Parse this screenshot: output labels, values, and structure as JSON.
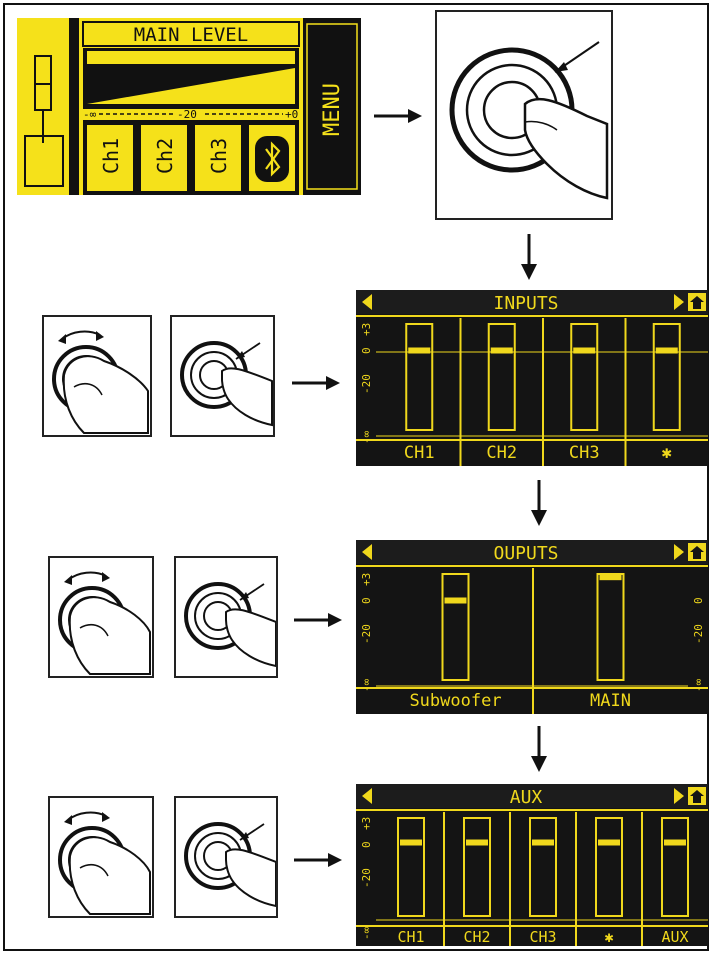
{
  "main_display": {
    "title": "MAIN LEVEL",
    "scale_min": "-∞",
    "scale_mid": "-20",
    "scale_max": "+0",
    "channels": [
      "Ch1",
      "Ch2",
      "Ch3"
    ],
    "menu_label": "MENU",
    "colors": {
      "background": "#f5e11a",
      "panel": "#111111"
    }
  },
  "inputs_screen": {
    "title": "INPUTS",
    "scale": [
      "+3",
      "0",
      "-20",
      "-∞"
    ],
    "channels": [
      "CH1",
      "CH2",
      "CH3",
      "✱"
    ],
    "levels": [
      0.75,
      0.75,
      0.75,
      0.75
    ]
  },
  "outputs_screen": {
    "title": "OUPUTS",
    "scale": [
      "+3",
      "0",
      "-20",
      "-∞"
    ],
    "channels": [
      "Subwoofer",
      "MAIN"
    ],
    "levels": [
      0.75,
      0.97
    ]
  },
  "aux_screen": {
    "title": "AUX",
    "scale": [
      "+3",
      "0",
      "-20",
      "-∞"
    ],
    "channels": [
      "CH1",
      "CH2",
      "CH3",
      "✱",
      "AUX"
    ],
    "levels": [
      0.75,
      0.75,
      0.75,
      0.75,
      0.75
    ]
  },
  "colors": {
    "lcd_bg": "#141414",
    "lcd_fg": "#f0d81c",
    "lcd_title_bg": "#1c1c1c"
  },
  "icons": [
    "knob-press-icon",
    "knob-rotate-icon",
    "arrow-right-icon",
    "arrow-down-icon",
    "bluetooth-icon",
    "home-icon"
  ]
}
